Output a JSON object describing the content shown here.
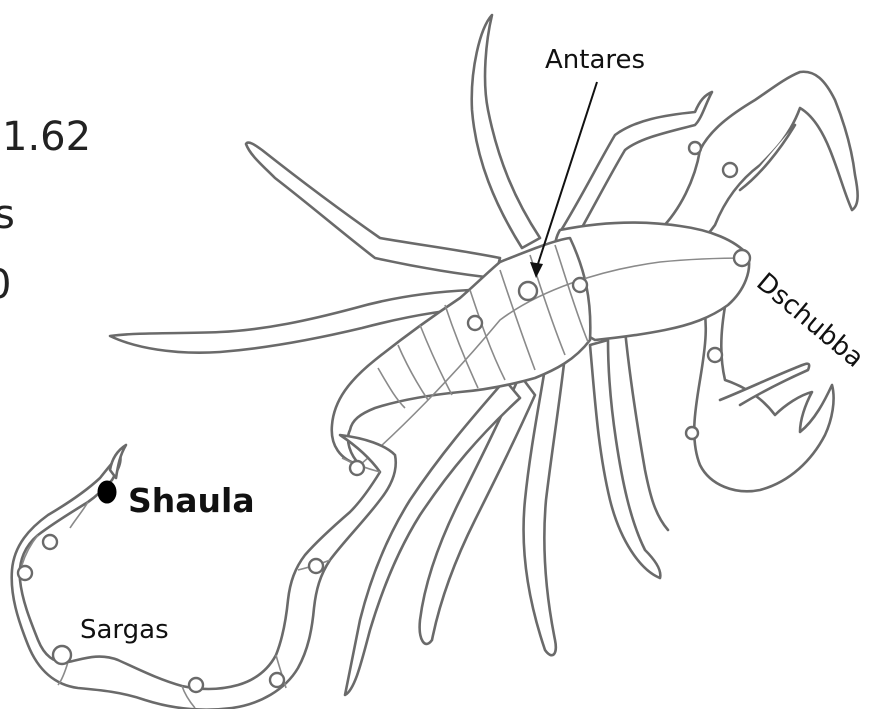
{
  "left_clipped_text": [
    "1.62",
    "s",
    "0"
  ],
  "labels": {
    "antares": "Antares",
    "dschubba": "Dschubba",
    "shaula": "Shaula",
    "sargas": "Sargas"
  },
  "colors": {
    "outline": "#6a6a6a",
    "text": "#111111",
    "background": "#ffffff"
  }
}
